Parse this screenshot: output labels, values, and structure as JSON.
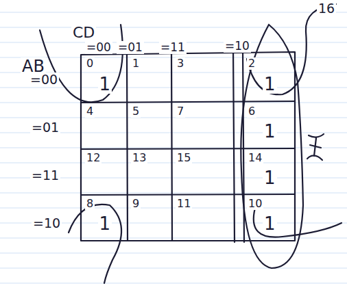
{
  "diagram": {
    "labels": [
      "CD",
      "AB",
      "=00",
      "=01",
      "=11",
      "=10",
      "=00",
      "=01",
      "=11",
      "=10",
      "16",
      "0",
      "1",
      "1",
      "3",
      "2",
      "1",
      "4",
      "5",
      "7",
      "6",
      "1",
      "12",
      "13",
      "15",
      "14",
      "1",
      "8",
      "1",
      "9",
      "11",
      "10",
      "1"
    ]
  }
}
